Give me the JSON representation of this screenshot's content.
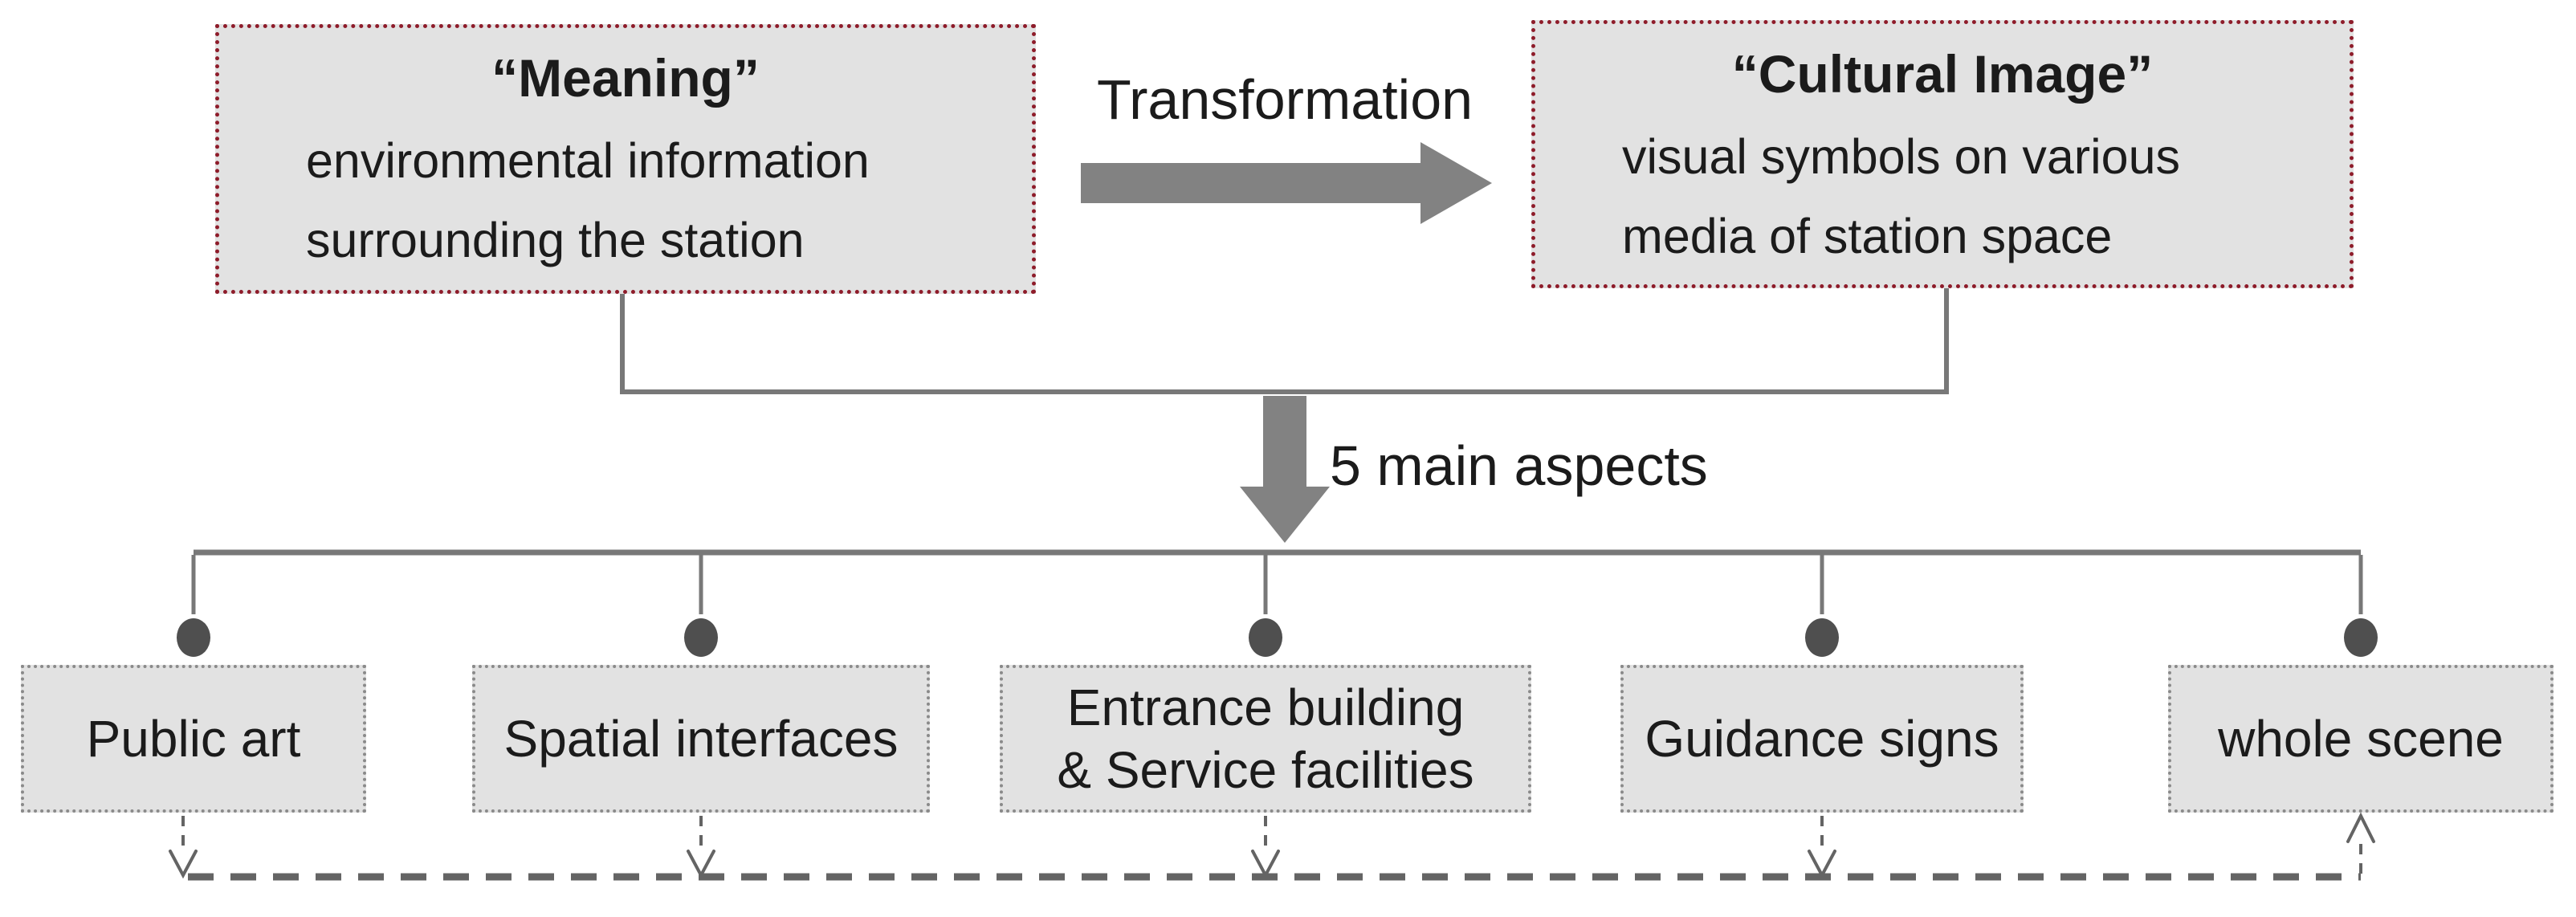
{
  "top": {
    "meaning_box": {
      "title": "“Meaning”",
      "lines": [
        "environmental information",
        "surrounding the station"
      ]
    },
    "transformation_label": "Transformation",
    "cultural_box": {
      "title": "“Cultural Image”",
      "lines": [
        "visual symbols on various",
        "media of station space"
      ]
    }
  },
  "middle": {
    "aspects_label": "5 main aspects"
  },
  "aspects": [
    {
      "label_lines": [
        "Public art"
      ]
    },
    {
      "label_lines": [
        "Spatial interfaces"
      ]
    },
    {
      "label_lines": [
        "Entrance building",
        "& Service facilities"
      ]
    },
    {
      "label_lines": [
        "Guidance signs"
      ]
    },
    {
      "label_lines": [
        "whole scene"
      ]
    }
  ],
  "colors": {
    "box_fill": "#e2e2e2",
    "top_box_border": "#8e1c2a",
    "bottom_box_border": "#8a8a8a",
    "connector": "#787878",
    "arrow_fill": "#828282",
    "node_dot": "#4f4f4f",
    "dash_flow": "#646464",
    "text": "#1b1b1b"
  }
}
